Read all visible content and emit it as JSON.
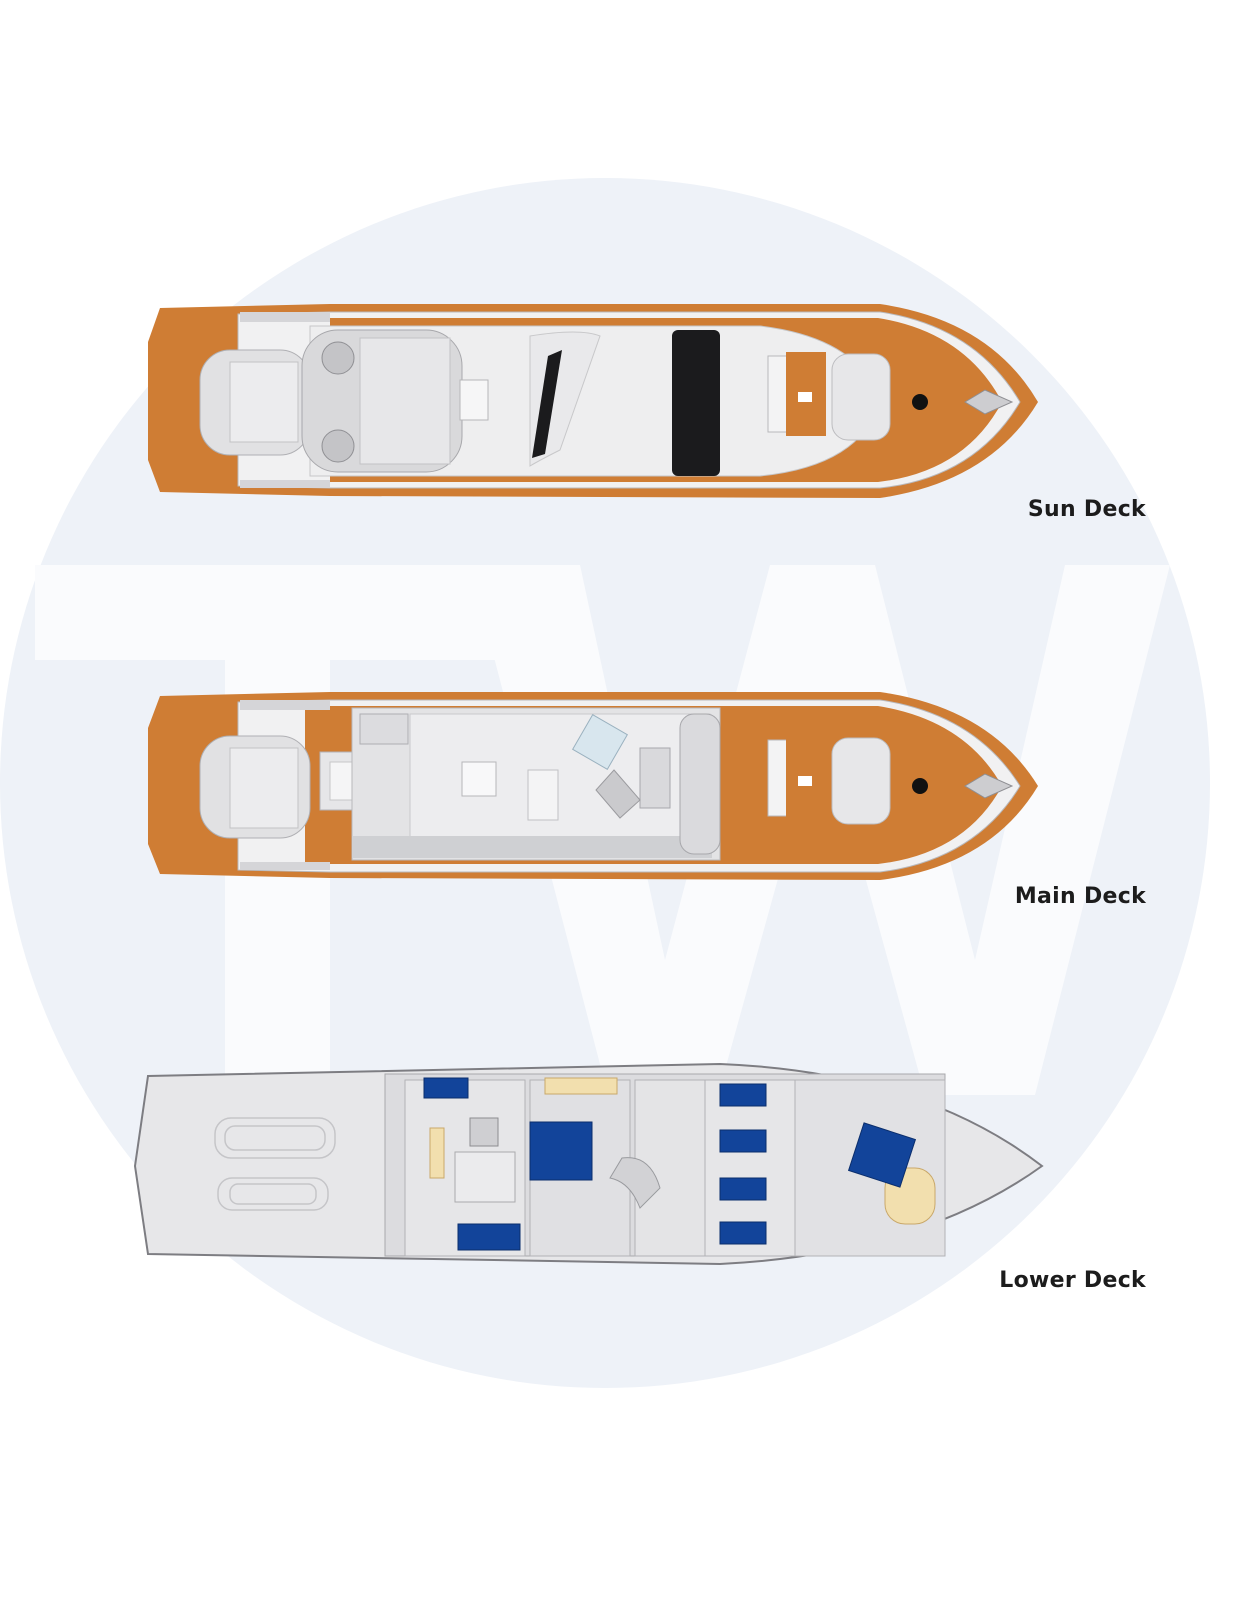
{
  "watermark": {
    "text": "TW",
    "icon": "tw-logo-watermark"
  },
  "decks": [
    {
      "label": "Sun Deck"
    },
    {
      "label": "Main Deck"
    },
    {
      "label": "Lower Deck"
    }
  ],
  "colors": {
    "teak": "#cf7d34",
    "hull": "#efeff0",
    "interior": "#d9dadc",
    "berth": "#12449a",
    "watermark_circle": "#eef2f8",
    "label": "#1c1c1c"
  }
}
